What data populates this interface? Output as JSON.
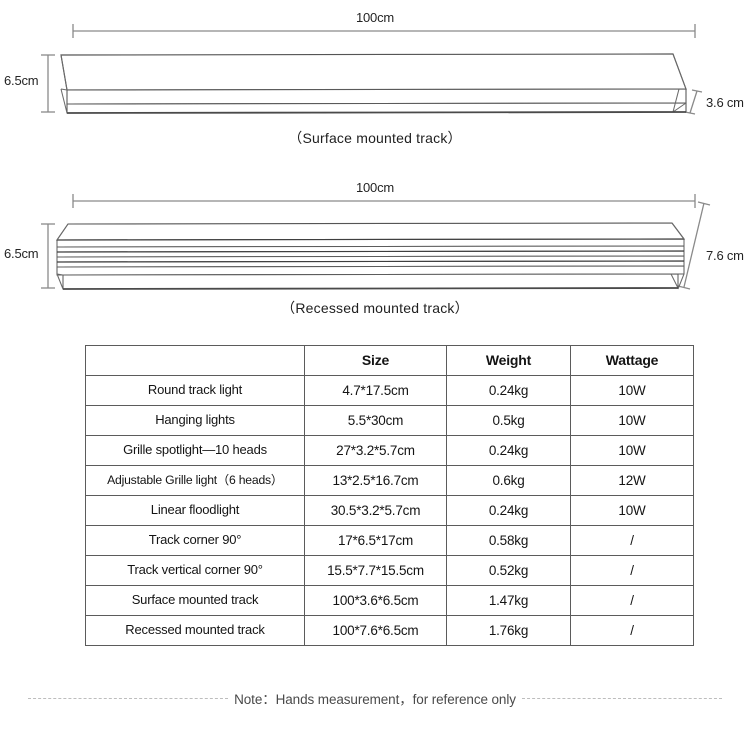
{
  "diagrams": [
    {
      "id": "surface-mounted-track",
      "caption": "（Surface mounted track）",
      "length_label": "100cm",
      "height_label": "6.5cm",
      "depth_label": "3.6 cm"
    },
    {
      "id": "recessed-mounted-track",
      "caption": "（Recessed mounted track）",
      "length_label": "100cm",
      "height_label": "6.5cm",
      "depth_label": "7.6 cm"
    }
  ],
  "spec_table": {
    "headers": [
      "",
      "Size",
      "Weight",
      "Wattage"
    ],
    "rows": [
      {
        "name": "Round track light",
        "size": "4.7*17.5cm",
        "weight": "0.24kg",
        "wattage": "10W"
      },
      {
        "name": "Hanging lights",
        "size": "5.5*30cm",
        "weight": "0.5kg",
        "wattage": "10W"
      },
      {
        "name": "Grille spotlight—10 heads",
        "size": "27*3.2*5.7cm",
        "weight": "0.24kg",
        "wattage": "10W"
      },
      {
        "name": "Adjustable Grille light（6 heads）",
        "size": "13*2.5*16.7cm",
        "weight": "0.6kg",
        "wattage": "12W"
      },
      {
        "name": "Linear floodlight",
        "size": "30.5*3.2*5.7cm",
        "weight": "0.24kg",
        "wattage": "10W"
      },
      {
        "name": "Track corner 90°",
        "size": "17*6.5*17cm",
        "weight": "0.58kg",
        "wattage": "/"
      },
      {
        "name": "Track vertical corner 90°",
        "size": "15.5*7.7*15.5cm",
        "weight": "0.52kg",
        "wattage": "/"
      },
      {
        "name": "Surface mounted track",
        "size": "100*3.6*6.5cm",
        "weight": "1.47kg",
        "wattage": "/"
      },
      {
        "name": "Recessed mounted track",
        "size": "100*7.6*6.5cm",
        "weight": "1.76kg",
        "wattage": "/"
      }
    ]
  },
  "footer": {
    "note": "Note：Hands measurement，for reference only"
  },
  "colors": {
    "line": "#6e6e6e",
    "line_dark": "#3d3d3d",
    "text": "#1b1b1b",
    "note_text": "#4a4a4a",
    "table_border": "#5b5b5b"
  }
}
